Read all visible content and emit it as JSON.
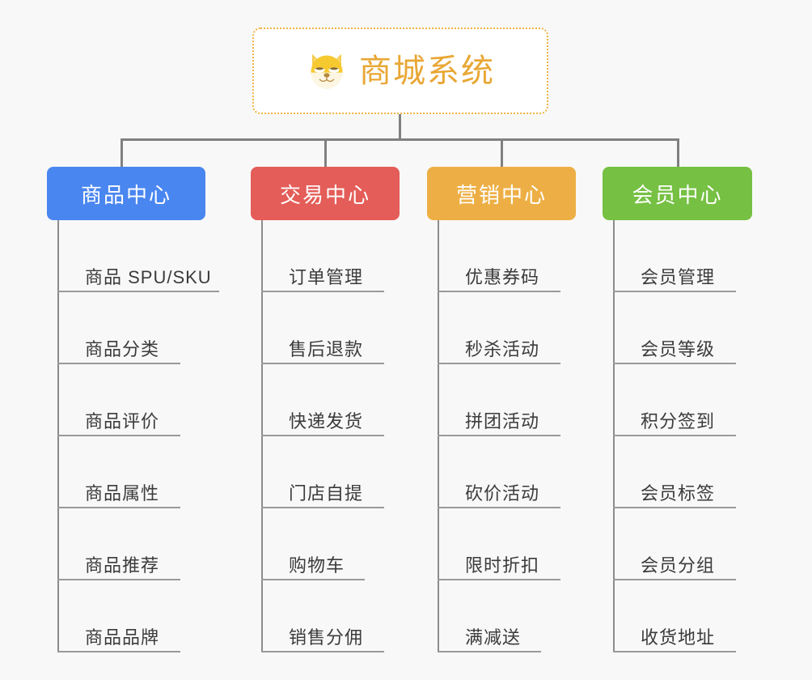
{
  "diagram": {
    "title": "商城系统",
    "mascot_icon": "shiba-dog-face-icon",
    "background_color": "#f8f8f8",
    "root": {
      "label": "商城系统",
      "text_color": "#e8a735",
      "border_color": "#f0b243",
      "fill_color": "#ffffff"
    },
    "connector_color": "#808080",
    "columns": [
      {
        "header": "商品中心",
        "color": "#4a86f0",
        "items": [
          "商品 SPU/SKU",
          "商品分类",
          "商品评价",
          "商品属性",
          "商品推荐",
          "商品品牌"
        ]
      },
      {
        "header": "交易中心",
        "color": "#e45d58",
        "items": [
          "订单管理",
          "售后退款",
          "快递发货",
          "门店自提",
          "购物车",
          "销售分佣"
        ]
      },
      {
        "header": "营销中心",
        "color": "#edaf45",
        "items": [
          "优惠券码",
          "秒杀活动",
          "拼团活动",
          "砍价活动",
          "限时折扣",
          "满减送"
        ]
      },
      {
        "header": "会员中心",
        "color": "#76c043",
        "items": [
          "会员管理",
          "会员等级",
          "积分签到",
          "会员标签",
          "会员分组",
          "收货地址"
        ]
      }
    ]
  }
}
